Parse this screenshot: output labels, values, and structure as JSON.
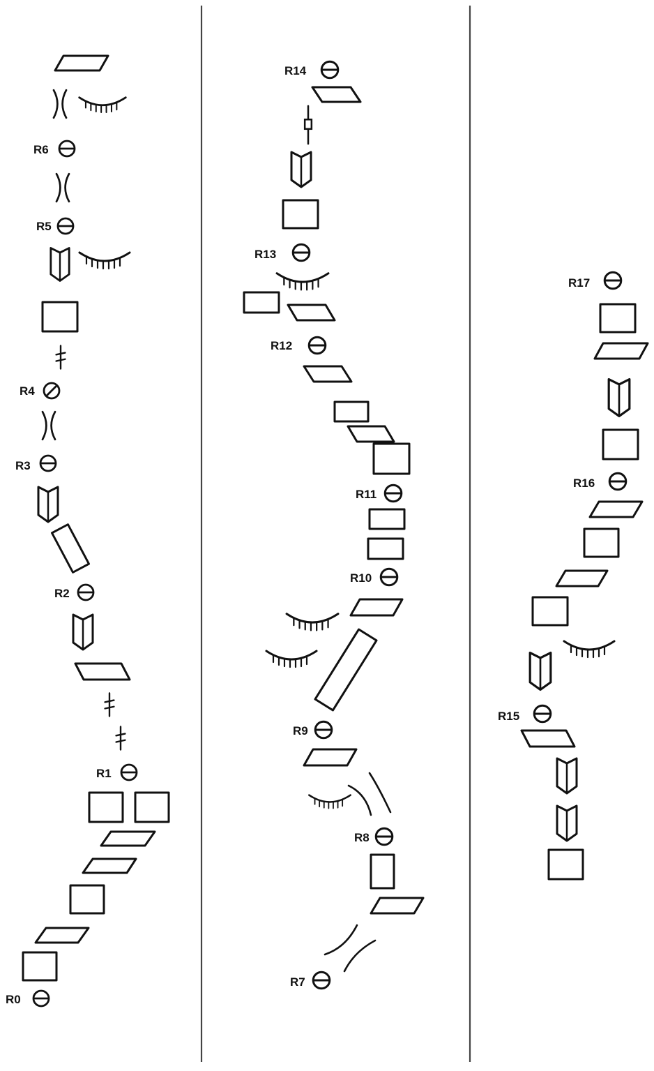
{
  "colors": {
    "ink": "#111111",
    "divider": "#444444",
    "background": "#ffffff"
  },
  "reflectors": {
    "R0": "R0",
    "R1": "R1",
    "R2": "R2",
    "R3": "R3",
    "R4": "R4",
    "R5": "R5",
    "R6": "R6",
    "R7": "R7",
    "R8": "R8",
    "R9": "R9",
    "R10": "R10",
    "R11": "R11",
    "R12": "R12",
    "R13": "R13",
    "R14": "R14",
    "R15": "R15",
    "R16": "R16",
    "R17": "R17"
  }
}
